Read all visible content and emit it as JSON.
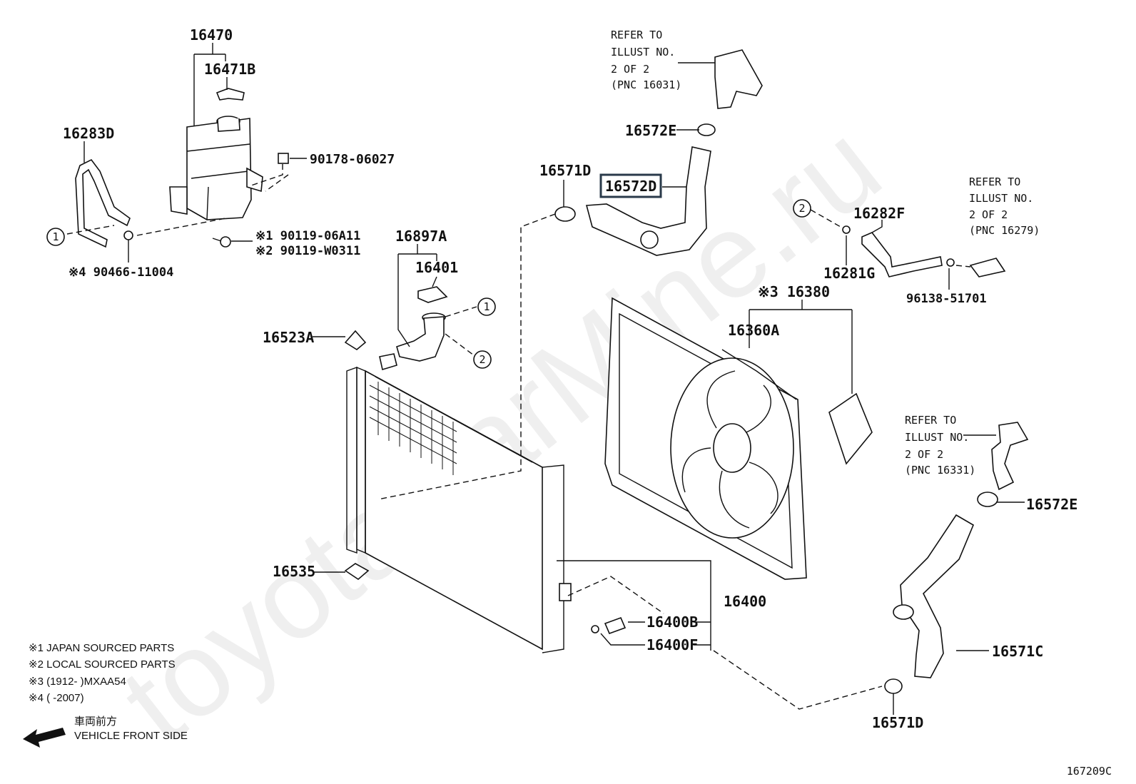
{
  "watermark": "toyotaCarMine.ru",
  "illustration_id": "167209C",
  "part_labels": {
    "p16470": "16470",
    "p16471B": "16471B",
    "p16283D": "16283D",
    "p90178": "90178-06027",
    "p90119a": "※1 90119-06A11",
    "p90119b": "※2 90119-W0311",
    "p90466": "※4 90466-11004",
    "p16897A": "16897A",
    "p16401": "16401",
    "p16523A": "16523A",
    "p16535": "16535",
    "p16571D_top": "16571D",
    "p16572D": "16572D",
    "p16572E_top": "16572E",
    "p16282F": "16282F",
    "p16281G": "16281G",
    "p96138": "96138-51701",
    "p16380": "※3 16380",
    "p16360A": "16360A",
    "p16400": "16400",
    "p16400B": "16400B",
    "p16400F": "16400F",
    "p16572E_bot": "16572E",
    "p16571C": "16571C",
    "p16571D_bot": "16571D"
  },
  "circle_refs": [
    "1",
    "2",
    "1",
    "2"
  ],
  "refer_notes": {
    "top": [
      "REFER TO",
      "ILLUST NO.",
      "2 OF 2",
      "(PNC 16031)"
    ],
    "right": [
      "REFER TO",
      "ILLUST NO.",
      "2 OF 2",
      "(PNC 16279)"
    ],
    "lower": [
      "REFER TO",
      "ILLUST NO.",
      "2 OF 2",
      "(PNC 16331)"
    ]
  },
  "legend": {
    "note1": "※1 JAPAN SOURCED PARTS",
    "note2": "※2 LOCAL SOURCED PARTS",
    "note3": "※3 (1912-        )MXAA54",
    "note4": "※4 (        -2007)",
    "front_jp": "車両前方",
    "front_en": "VEHICLE FRONT SIDE"
  }
}
